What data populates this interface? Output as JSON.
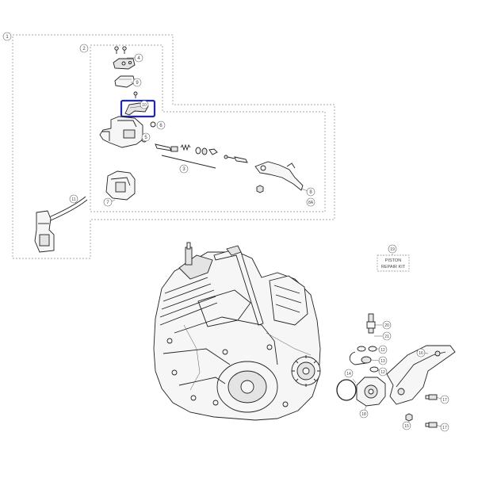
{
  "callouts": [
    {
      "id": "c1",
      "text": "1"
    },
    {
      "id": "c2",
      "text": "2"
    },
    {
      "id": "c3",
      "text": "3"
    },
    {
      "id": "c4",
      "text": "4"
    },
    {
      "id": "c5",
      "text": "5"
    },
    {
      "id": "c6",
      "text": "6"
    },
    {
      "id": "c7",
      "text": "7"
    },
    {
      "id": "c8",
      "text": "8"
    },
    {
      "id": "c8a",
      "text": "8A"
    },
    {
      "id": "c9",
      "text": "9"
    },
    {
      "id": "c10",
      "text": "10"
    },
    {
      "id": "c11",
      "text": "11"
    },
    {
      "id": "c12a",
      "text": "12"
    },
    {
      "id": "c12b",
      "text": "12"
    },
    {
      "id": "c13",
      "text": "13"
    },
    {
      "id": "c14",
      "text": "14"
    },
    {
      "id": "c15",
      "text": "15"
    },
    {
      "id": "c16",
      "text": "16"
    },
    {
      "id": "c17a",
      "text": "17"
    },
    {
      "id": "c17b",
      "text": "17"
    },
    {
      "id": "c18",
      "text": "18"
    },
    {
      "id": "c19",
      "text": "19"
    },
    {
      "id": "c20",
      "text": "20"
    },
    {
      "id": "c21",
      "text": "21"
    }
  ],
  "repair_kit": {
    "line1": "PISTON",
    "line2": "REPAIR KIT"
  },
  "highlight_color": "#1e2aa8"
}
